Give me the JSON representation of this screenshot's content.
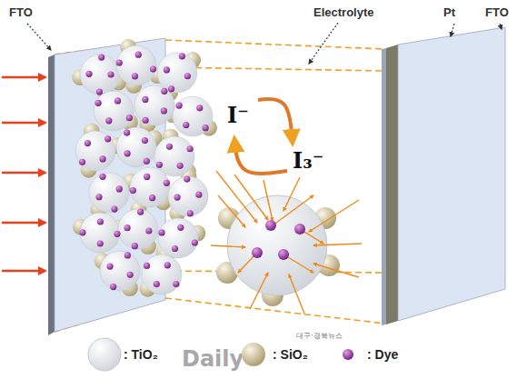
{
  "diagram": {
    "labels": [
      "FTO",
      "Electrolyte",
      "I⁻",
      "I₃⁻",
      "Pt",
      "FTO",
      "Daily",
      "대구·경북뉴스"
    ],
    "legend": [
      {
        "text": ": TiO₂"
      },
      {
        "text": ": SiO₂"
      },
      {
        "text": ": Dye"
      }
    ]
  }
}
